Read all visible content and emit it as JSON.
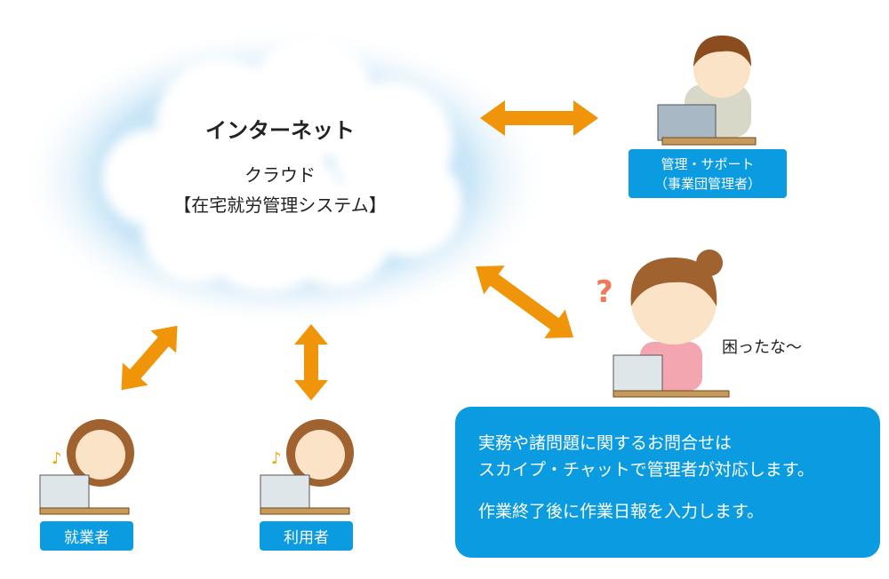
{
  "cloud": {
    "title": "インターネット",
    "subtitle": "クラウド",
    "system": "【在宅就労管理システム】"
  },
  "admin": {
    "line1": "管理・サポート",
    "line2": "（事業団管理者）"
  },
  "workers": [
    {
      "label": "就業者"
    },
    {
      "label": "利用者"
    }
  ],
  "speech": "困ったな〜",
  "question_mark": "?",
  "info": {
    "line1": "実務や諸問題に関するお問合せは",
    "line2": "スカイプ・チャットで管理者が対応します。",
    "line3": "作業終了後に作業日報を入力します。"
  },
  "colors": {
    "accent": "#0a9be0",
    "arrow": "#f0940a"
  }
}
